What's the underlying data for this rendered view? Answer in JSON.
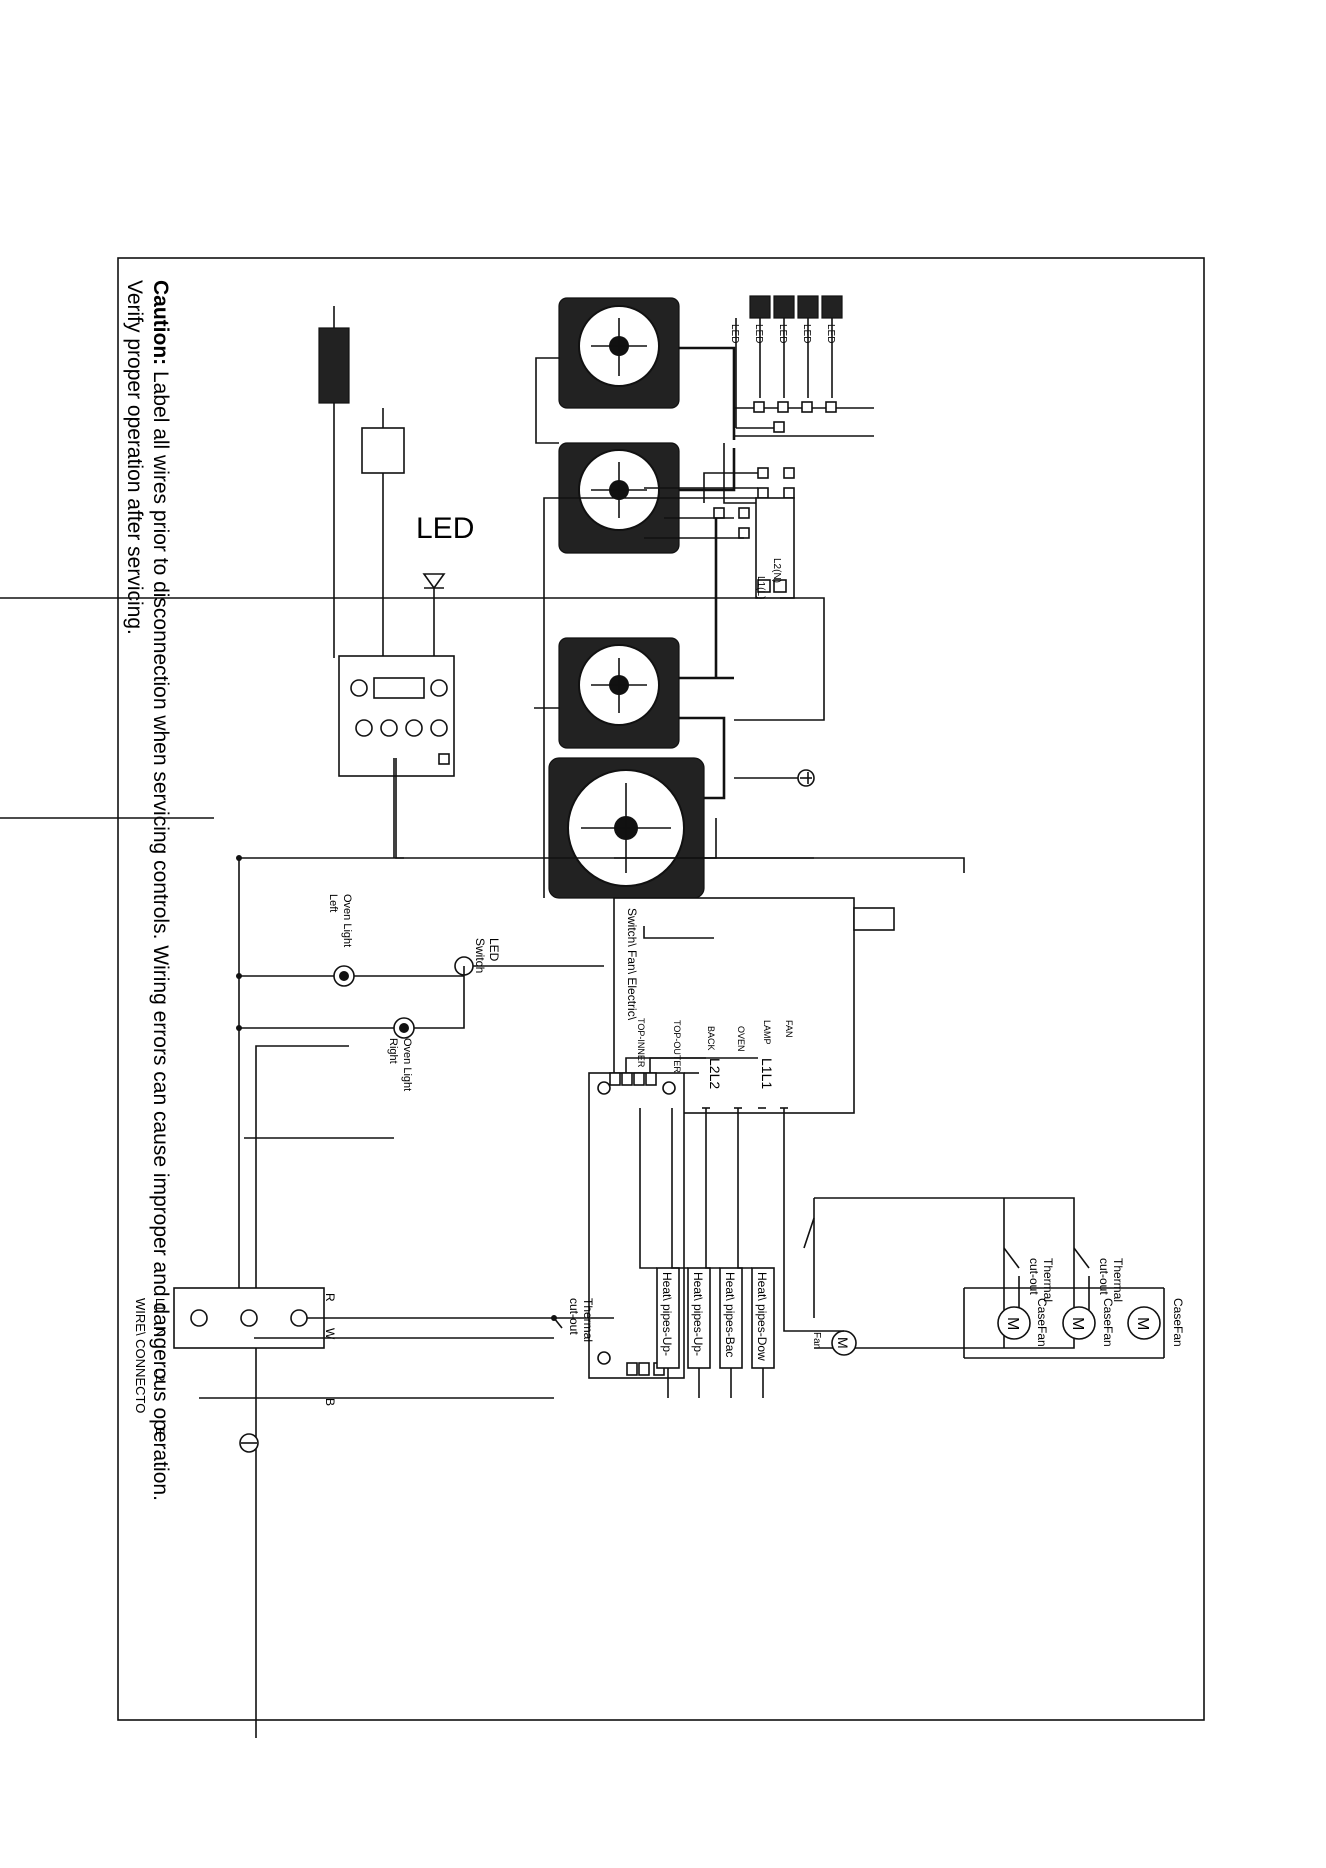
{
  "caution": {
    "label": "Caution:",
    "text": " Label all wires prior to disconnection when servicing controls. Wiring errors can cause improper and dangerous operation.",
    "line2": "Verify proper operation after servicing."
  },
  "labels": {
    "led_big": "LED",
    "led": "LED",
    "l2n": "L2(N)",
    "l1l": "L1(L)",
    "switch_fan": "Switch\\ Fan\\ Electric\\",
    "led_switch_1": "LED",
    "led_switch_2": "Switch",
    "oven_light_left_1": "Oven Light",
    "oven_light_left_2": "Left",
    "oven_light_right_1": "Oven Light",
    "oven_light_right_2": "Right",
    "term_l2l2": "L2L2",
    "term_l1l1": "L1L1",
    "term_top_inner": "TOP-INNER",
    "term_top_outer": "TOP-OUTER",
    "term_back": "BACK",
    "term_oven": "OVEN",
    "term_lamp": "LAMP",
    "term_fan": "FAN",
    "thermal_1a": "Thermal",
    "thermal_1b": "cut-out",
    "thermal_2a": "Thermal",
    "thermal_2b": "cut-out",
    "thermal_3a": "Thermal",
    "thermal_3b": "cut-out",
    "casefan_1": "CaseFan",
    "casefan_2": "CaseFan",
    "casefan_3": "CaseFan",
    "motor_m": "M",
    "fan": "Fan",
    "heat_up_1": "Heat\\ pipes-Up-",
    "heat_up_2": "Heat\\ pipes-Up-",
    "heat_back": "Heat\\ pipes-Bac",
    "heat_down": "Heat\\ pipes-Dow",
    "conn_r": "R",
    "conn_w": "W",
    "conn_b": "B",
    "conn_l1": "L1",
    "conn_n": "N",
    "conn_l2": "L2",
    "conn_e": "E",
    "wire_connector": "WIRE\\ CONNECTO"
  }
}
